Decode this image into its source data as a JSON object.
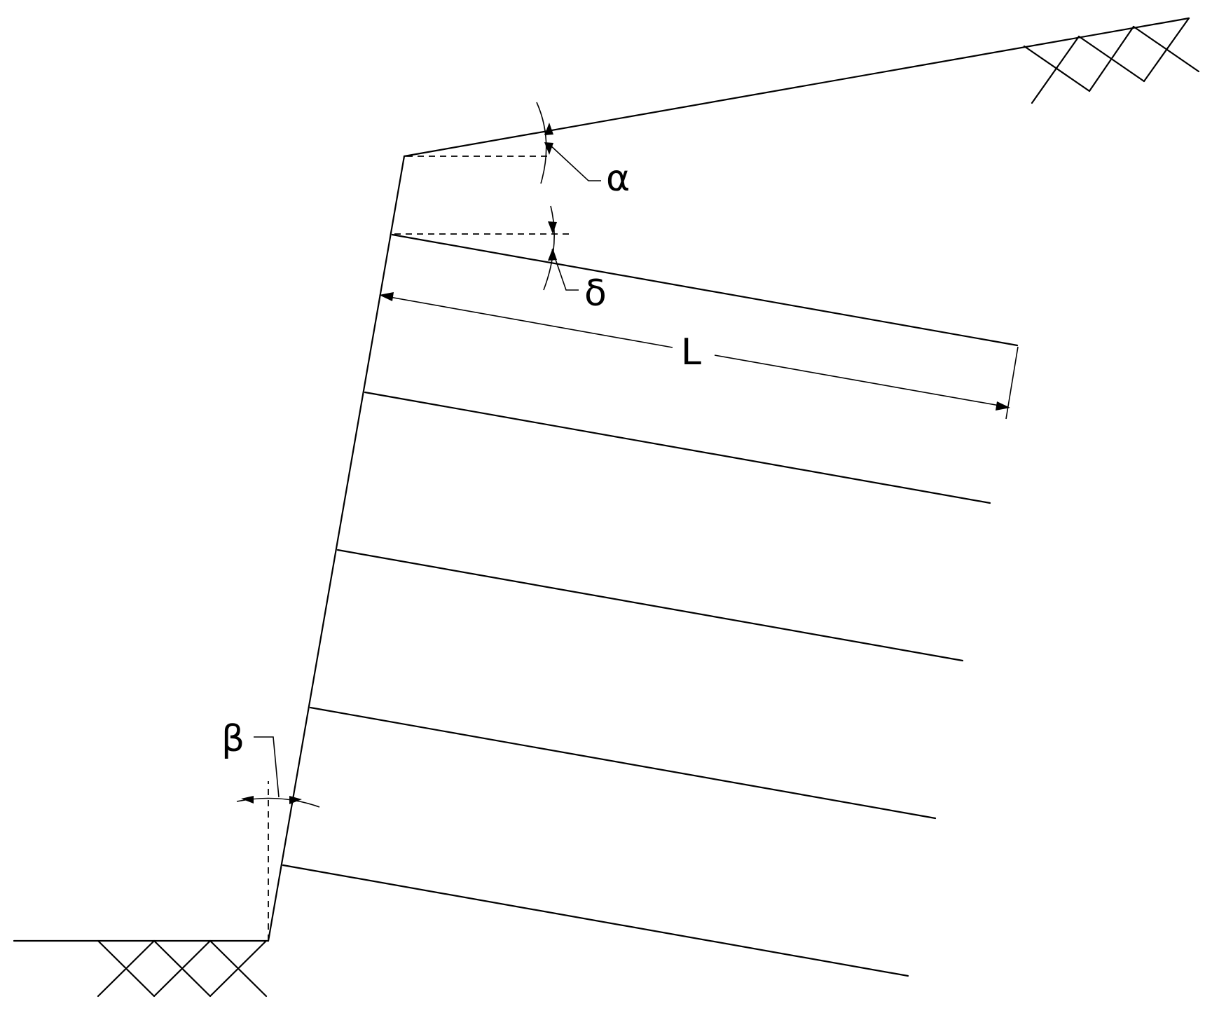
{
  "labels": {
    "alpha": "α",
    "delta": "δ",
    "length": "L",
    "beta": "β"
  },
  "nails": {
    "count": 5,
    "inclination_symbol": "δ"
  },
  "colors": {
    "line": "#000000",
    "background": "#ffffff"
  }
}
